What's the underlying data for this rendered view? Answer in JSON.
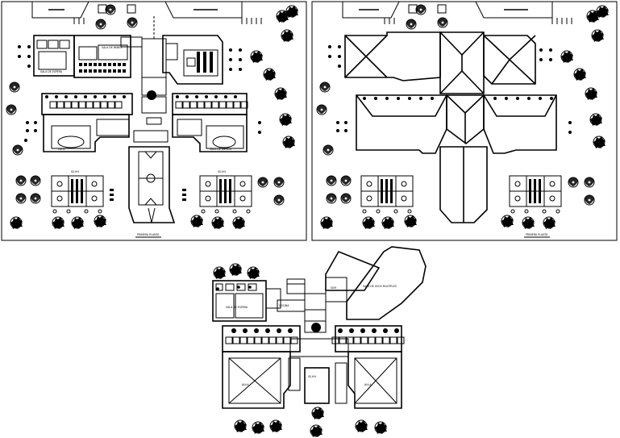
{
  "sheets": {
    "left_title": "PRIMERA PLANTA",
    "right_title": "PRIMERA PLANTA"
  },
  "left_plan": {
    "labels": [
      "SALA DE ESPERA",
      "SALA DE BEBES",
      "PATIO",
      "SALA DE JUEGOS",
      "SS.HH.",
      "SS.HH."
    ]
  },
  "bottom_plan": {
    "labels": [
      "SALA DE ESPERA",
      "SALA DE USOS MULTIPLES",
      "SUM",
      "COCINA",
      "AULA",
      "AULA",
      "SS.HH."
    ]
  },
  "colors": {
    "line": "#000000",
    "background": "#ffffff"
  }
}
